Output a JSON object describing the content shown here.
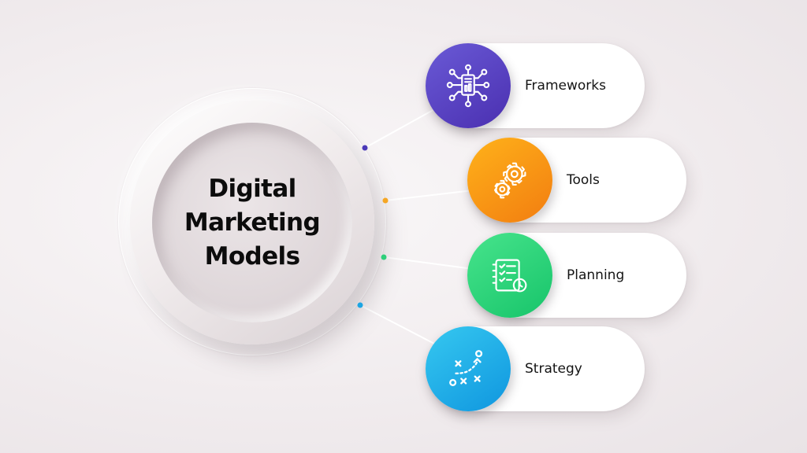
{
  "hub": {
    "title_lines": [
      "Digital",
      "Marketing",
      "Models"
    ]
  },
  "items": [
    {
      "label": "Frameworks",
      "icon": "framework-network-icon",
      "color": "#5a42c4"
    },
    {
      "label": "Tools",
      "icon": "gears-icon",
      "color": "#f99a15"
    },
    {
      "label": "Planning",
      "icon": "checklist-clock-icon",
      "color": "#2fd47b"
    },
    {
      "label": "Strategy",
      "icon": "play-strategy-icon",
      "color": "#22b2e8"
    }
  ]
}
